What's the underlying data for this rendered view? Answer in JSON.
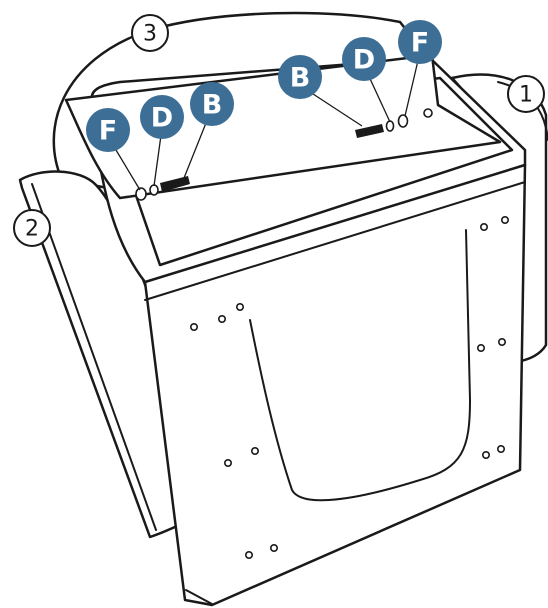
{
  "callouts": [
    {
      "id": "1",
      "label": "1"
    },
    {
      "id": "2",
      "label": "2"
    },
    {
      "id": "3",
      "label": "3"
    }
  ],
  "hardware_badges": {
    "left": [
      {
        "label": "F"
      },
      {
        "label": "D"
      },
      {
        "label": "B"
      }
    ],
    "right": [
      {
        "label": "B"
      },
      {
        "label": "D"
      },
      {
        "label": "F"
      }
    ]
  },
  "colors": {
    "badge_fill": "#3d6f96",
    "line": "#1a1a1a",
    "background": "#ffffff"
  }
}
